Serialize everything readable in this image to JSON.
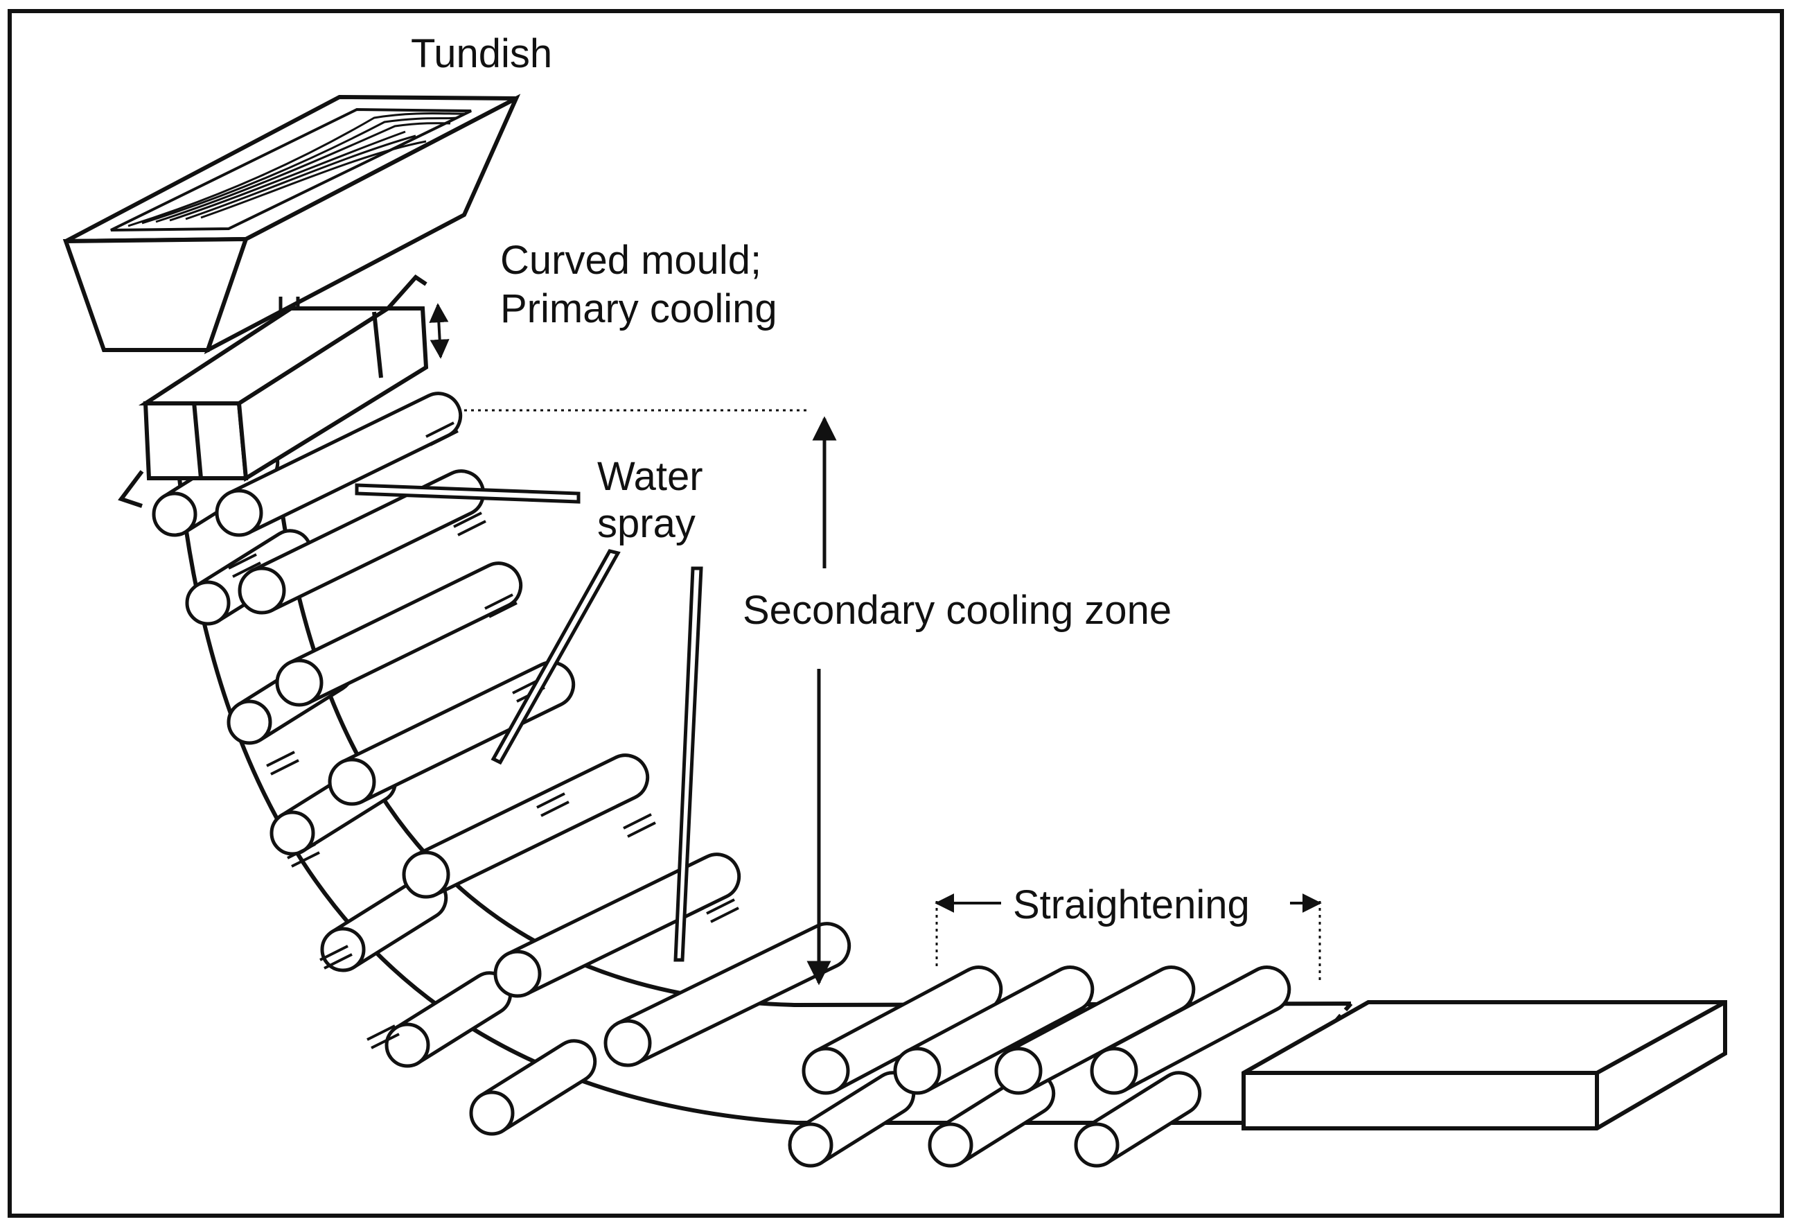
{
  "labels": {
    "tundish": "Tundish",
    "mould_line1": "Curved mould;",
    "mould_line2": "Primary cooling",
    "water_line1": "Water",
    "water_line2": "spray",
    "secondary": "Secondary cooling zone",
    "straightening": "Straightening"
  },
  "colors": {
    "ink": "#111111",
    "paper": "#ffffff"
  }
}
